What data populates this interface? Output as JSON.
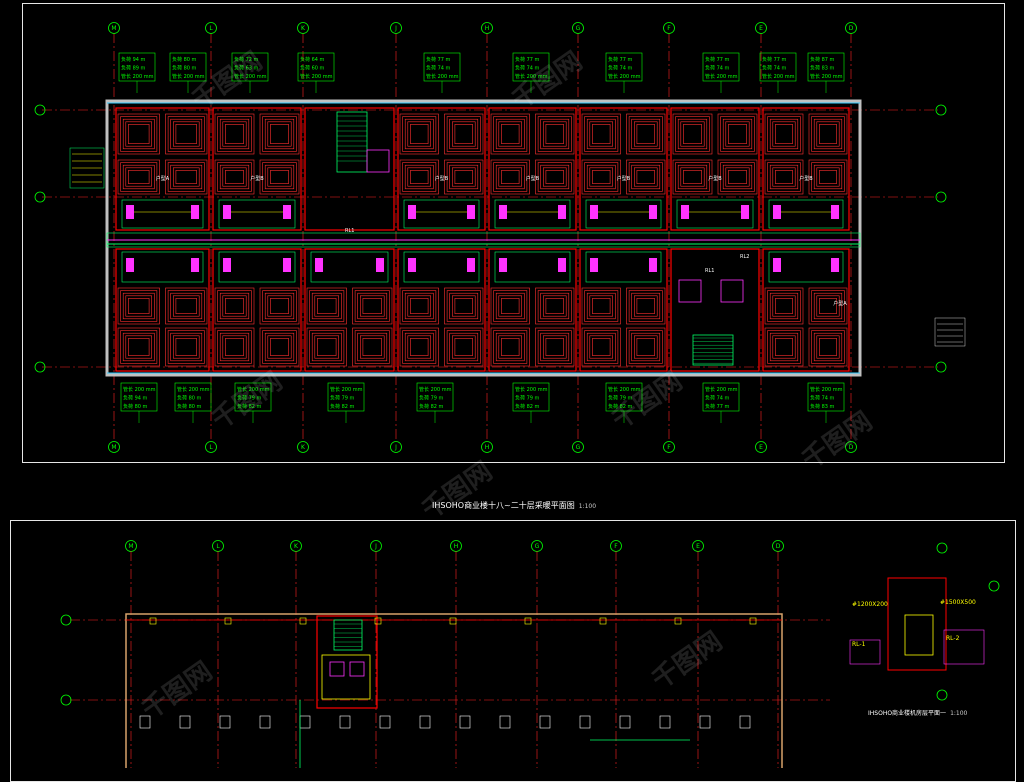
{
  "plan_top": {
    "title": "IHSOHO商业楼十八~二十层采暖平面图",
    "scale": "1:100",
    "grid_top": [
      "M",
      "L",
      "K",
      "J",
      "H",
      "G",
      "F",
      "E",
      "D"
    ],
    "grid_bottom": [
      "M",
      "L",
      "K",
      "J",
      "H",
      "G",
      "F",
      "E",
      "D"
    ],
    "room_tags_upper": [
      {
        "l1": "负荷 94 m",
        "l2": "负荷 89 m",
        "l3": "管长 200 mm"
      },
      {
        "l1": "负荷 80 m",
        "l2": "负荷 80 m",
        "l3": "管长 200 mm"
      },
      {
        "l1": "负荷 72 m",
        "l2": "负荷 63 m",
        "l3": "管长 200 mm"
      },
      {
        "l1": "负荷 64 m",
        "l2": "负荷 60 m",
        "l3": "管长 200 mm"
      },
      {
        "l1": "负荷 77 m",
        "l2": "负荷 74 m",
        "l3": "管长 200 mm"
      },
      {
        "l1": "负荷 77 m",
        "l2": "负荷 74 m",
        "l3": "管长 200 mm"
      },
      {
        "l1": "负荷 77 m",
        "l2": "负荷 74 m",
        "l3": "管长 200 mm"
      },
      {
        "l1": "负荷 77 m",
        "l2": "负荷 74 m",
        "l3": "管长 200 mm"
      },
      {
        "l1": "负荷 77 m",
        "l2": "负荷 74 m",
        "l3": "管长 200 mm"
      },
      {
        "l1": "负荷 87 m",
        "l2": "负荷 83 m",
        "l3": "管长 200 mm"
      }
    ],
    "room_tags_lower": [
      {
        "l1": "管长 200 mm",
        "l2": "负荷 94 m",
        "l3": "负荷 80 m"
      },
      {
        "l1": "管长 200 mm",
        "l2": "负荷 80 m",
        "l3": "负荷 80 m"
      },
      {
        "l1": "管长 200 mm",
        "l2": "负荷 79 m",
        "l3": "负荷 82 m"
      },
      {
        "l1": "管长 200 mm",
        "l2": "负荷 79 m",
        "l3": "负荷 82 m"
      },
      {
        "l1": "管长 200 mm",
        "l2": "负荷 79 m",
        "l3": "负荷 82 m"
      },
      {
        "l1": "管长 200 mm",
        "l2": "负荷 79 m",
        "l3": "负荷 82 m"
      },
      {
        "l1": "管长 200 mm",
        "l2": "负荷 79 m",
        "l3": "负荷 82 m"
      },
      {
        "l1": "管长 200 mm",
        "l2": "负荷 74 m",
        "l3": "负荷 77 m"
      },
      {
        "l1": "管长 200 mm",
        "l2": "负荷 74 m",
        "l3": "负荷 83 m"
      }
    ],
    "room_labels": [
      "户型A",
      "户型B",
      "户型B",
      "户型B",
      "户型B",
      "户型B",
      "户型B",
      "户型B",
      "户型A"
    ],
    "pipe_tags": [
      "RL1",
      "RL2",
      "RL1"
    ]
  },
  "plan_bottom": {
    "grid_top": [
      "M",
      "L",
      "K",
      "J",
      "H",
      "G",
      "F",
      "E",
      "D"
    ],
    "side_view_title": "IHSOHO商业楼机房层平面一",
    "side_view_scale": "1:100",
    "side_view_tags": [
      "#1200X200",
      "#1500X500",
      "RL-1",
      "RL-2"
    ]
  },
  "watermark": "千图网",
  "colors": {
    "background": "#000000",
    "wall": "#ff0000",
    "heating_coil": "#ff3030",
    "wall_dark": "#c0c0c0",
    "grid_line": "#ff2020",
    "grid_bubble": "#00ff00",
    "tag_box": "#00ff00",
    "pipe_green": "#00ff66",
    "pipe_magenta": "#ff33ff",
    "pipe_yellow": "#ffff00",
    "window": "#33ccff",
    "frame": "#e6e6e6"
  }
}
